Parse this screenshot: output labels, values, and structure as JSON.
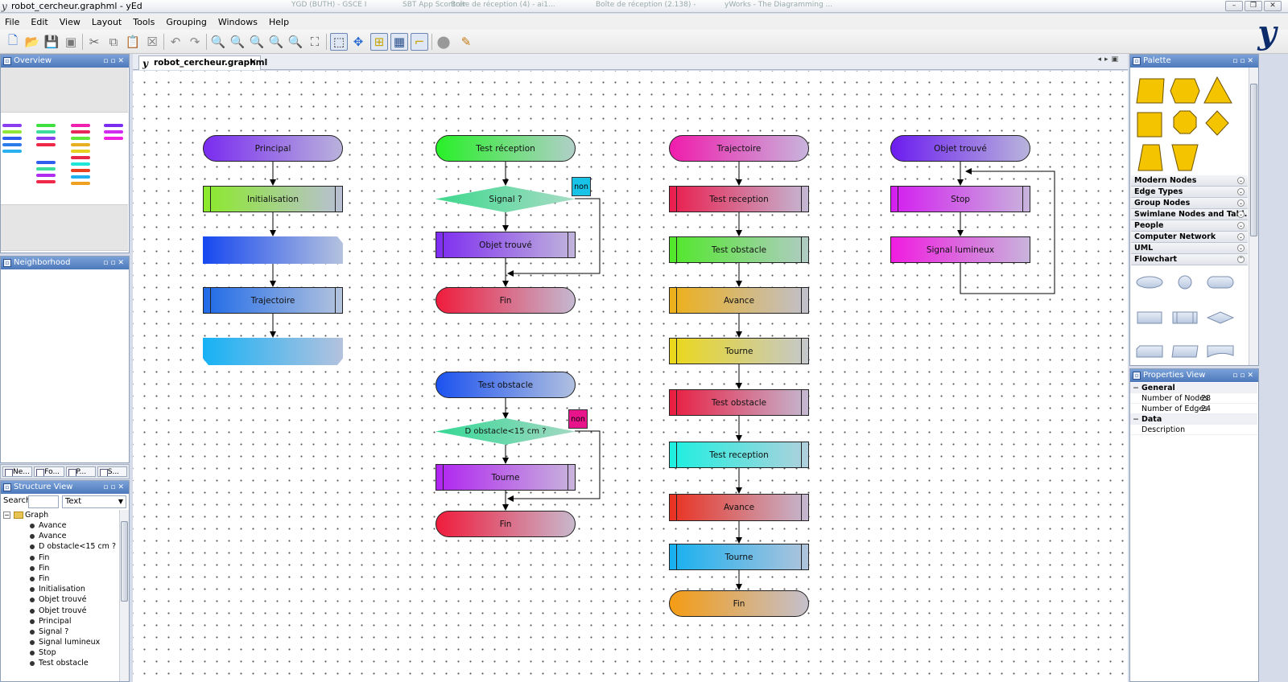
{
  "window": {
    "title": "robot_cercheur.graphml - yEd",
    "ghost_tabs": [
      "YGD (BUTH) - GSCE I",
      "",
      "SBT App Scontrer",
      "Boîte de réception (4) - ai1...",
      "Boîte de réception (2.138) -",
      "yWorks - The Diagramming ..."
    ]
  },
  "menu": [
    "File",
    "Edit",
    "View",
    "Layout",
    "Tools",
    "Grouping",
    "Windows",
    "Help"
  ],
  "toolbar_icons": [
    "new-file",
    "open-file",
    "save",
    "save-as",
    "cut",
    "copy",
    "paste",
    "delete",
    "undo",
    "redo",
    "zoom-in",
    "zoom-out",
    "zoom-fit",
    "zoom-original",
    "zoom-area",
    "fit-content",
    "select-mode",
    "navigate-mode",
    "snap-lines",
    "grid",
    "orthogonal-edges",
    "properties",
    "plugins"
  ],
  "panels": {
    "overview": "Overview",
    "neighborhood": "Neighborhood",
    "structure": "Structure View",
    "palette": "Palette",
    "properties": "Properties View"
  },
  "left_tabs": [
    "Ne...",
    "Fo...",
    "P...",
    "S..."
  ],
  "structure": {
    "search_label": "Search",
    "search_value": "",
    "mode": "Text",
    "root": "Graph",
    "items": [
      "Avance",
      "Avance",
      "D obstacle<15 cm ?",
      "Fin",
      "Fin",
      "Fin",
      "Initialisation",
      "Objet trouvé",
      "Objet trouvé",
      "Principal",
      "Signal ?",
      "Signal lumineux",
      "Stop",
      "Test obstacle"
    ]
  },
  "document_tab": "robot_cercheur.graphml",
  "graph": {
    "col1": {
      "principal": "Principal",
      "init": "Initialisation",
      "blank1": "",
      "trajectoire": "Trajectoire",
      "blank2": ""
    },
    "col2": {
      "test_reception": "Test réception",
      "signal": "Signal ?",
      "non1": "non",
      "objet": "Objet trouvé",
      "fin1": "Fin",
      "test_obstacle": "Test obstacle",
      "d_obstacle": "D obstacle<15 cm ?",
      "non2": "non",
      "tourne": "Tourne",
      "fin2": "Fin"
    },
    "col3": {
      "trajectoire": "Trajectoire",
      "test_reception1": "Test reception",
      "test_obstacle1": "Test obstacle",
      "avance1": "Avance",
      "tourne1": "Tourne",
      "test_obstacle2": "Test obstacle",
      "test_reception2": "Test reception",
      "avance2": "Avance",
      "tourne2": "Tourne",
      "fin": "Fin"
    },
    "col4": {
      "objet": "Objet trouvé",
      "stop": "Stop",
      "signal": "Signal lumineux"
    }
  },
  "palette": {
    "sections": [
      "Modern Nodes",
      "Edge Types",
      "Group Nodes",
      "Swimlane Nodes and Tabl...",
      "People",
      "Computer Network",
      "UML",
      "Flowchart"
    ]
  },
  "properties": {
    "general": "General",
    "nodes_label": "Number of Nodes",
    "nodes_value": "28",
    "edges_label": "Number of Edges",
    "edges_value": "24",
    "data": "Data",
    "description_label": "Description"
  }
}
